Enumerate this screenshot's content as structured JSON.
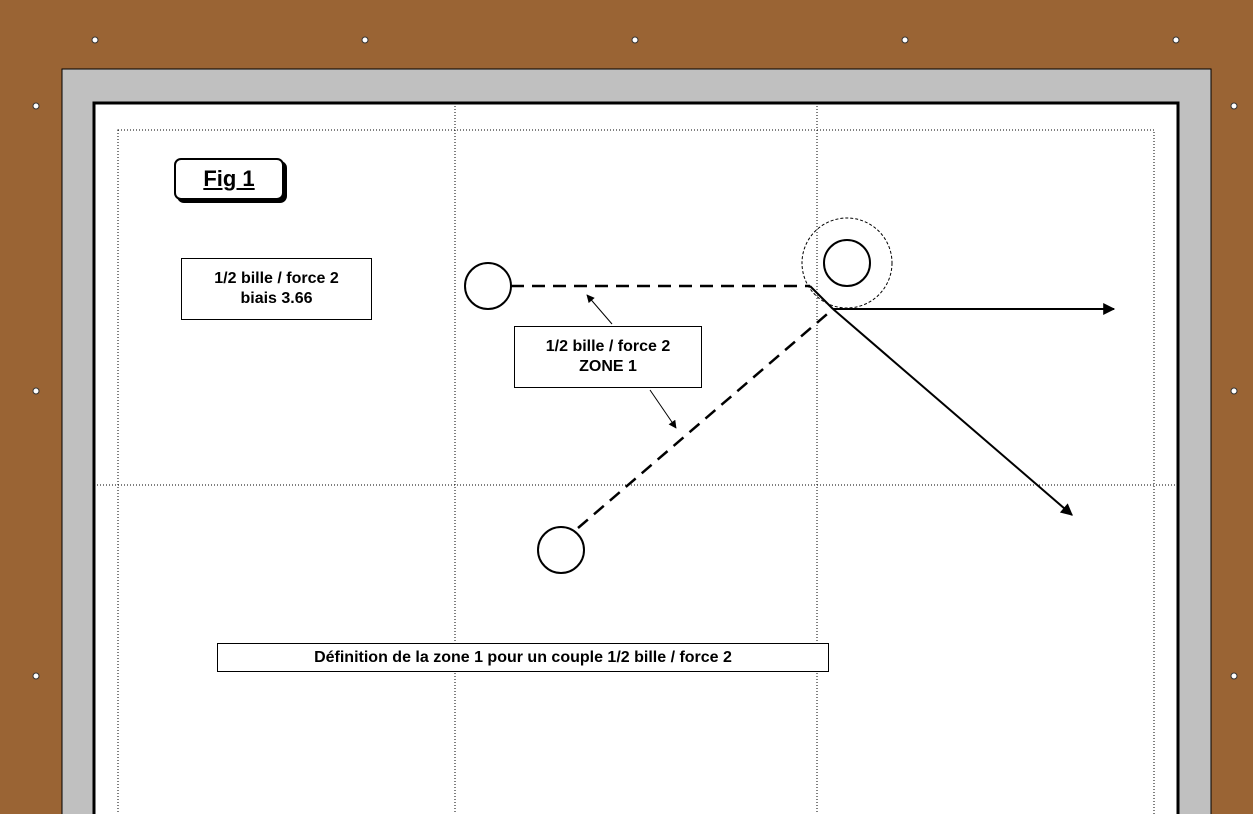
{
  "figure": {
    "title": "Fig 1"
  },
  "labels": {
    "setting": {
      "line1": "1/2 bille / force 2",
      "line2": "biais 3.66"
    },
    "zone": {
      "line1": "1/2 bille / force 2",
      "line2": "ZONE 1"
    },
    "caption": "Définition de la zone 1 pour un couple 1/2 bille / force 2"
  },
  "colors": {
    "rail": "#9a6434",
    "cushion": "#c0c0c0",
    "cloth": "#ffffff",
    "ink": "#000000"
  }
}
